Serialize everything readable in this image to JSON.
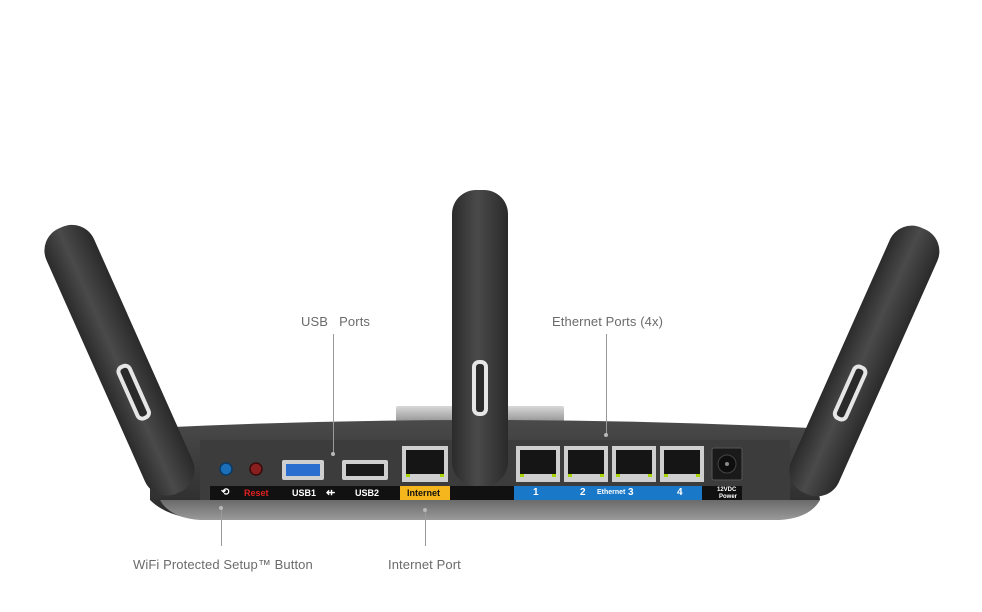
{
  "callouts": {
    "usb_ports": "USB   Ports",
    "ethernet_ports": "Ethernet Ports (4x)",
    "wps_button": "WiFi Protected Setup™ Button",
    "internet_port": "Internet Port"
  },
  "panel_labels": {
    "reset": "Reset",
    "usb1": "USB1",
    "usb2": "USB2",
    "internet": "Internet",
    "eth1": "1",
    "eth2": "2",
    "ethernet": "Ethernet",
    "eth3": "3",
    "eth4": "4",
    "power_line1": "12VDC",
    "power_line2": "Power"
  },
  "colors": {
    "internet_label_bg": "#f5b51c",
    "ethernet_label_bg": "#1a78c8",
    "reset_text": "#e02020",
    "wps_button": "#1a6fb8",
    "reset_button": "#8a1f1f",
    "usb3_port_inner": "#2a6fd0"
  }
}
